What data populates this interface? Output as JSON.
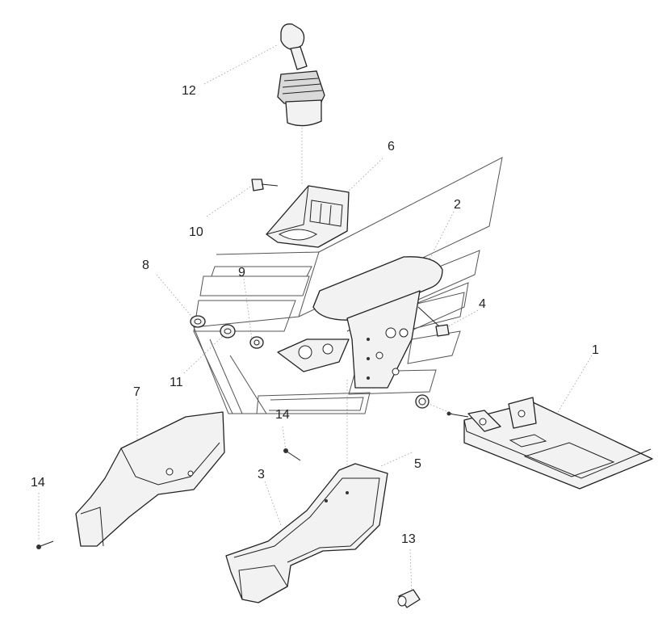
{
  "diagram": {
    "callouts": [
      {
        "id": "callout-1",
        "label": "1"
      },
      {
        "id": "callout-2",
        "label": "2"
      },
      {
        "id": "callout-3",
        "label": "3"
      },
      {
        "id": "callout-4",
        "label": "4"
      },
      {
        "id": "callout-5",
        "label": "5"
      },
      {
        "id": "callout-6",
        "label": "6"
      },
      {
        "id": "callout-7",
        "label": "7"
      },
      {
        "id": "callout-8",
        "label": "8"
      },
      {
        "id": "callout-9",
        "label": "9"
      },
      {
        "id": "callout-10",
        "label": "10"
      },
      {
        "id": "callout-11",
        "label": "11"
      },
      {
        "id": "callout-12",
        "label": "12"
      },
      {
        "id": "callout-13",
        "label": "13"
      },
      {
        "id": "callout-14a",
        "label": "14"
      },
      {
        "id": "callout-14b",
        "label": "14"
      }
    ]
  }
}
